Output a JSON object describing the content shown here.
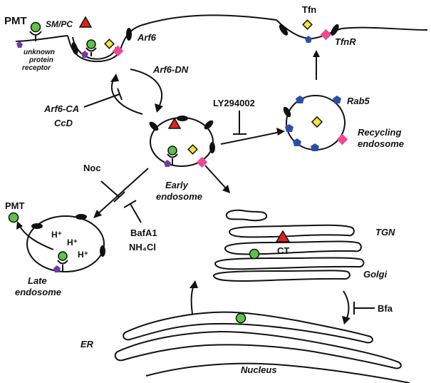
{
  "labels": {
    "pmt_top": "PMT",
    "sm_pc": "SM/PC",
    "unknown_receptor_line1": "unknown",
    "unknown_receptor_line2": "protein",
    "unknown_receptor_line3": "receptor",
    "arf6": "Arf6",
    "arf6_dn": "Arf6-DN",
    "arf6_ca": "Arf6-CA",
    "ccd": "CcD",
    "ly294002": "LY294002",
    "tfn": "Tfn",
    "tfnr": "TfnR",
    "rab5": "Rab5",
    "recycling_line1": "Recycling",
    "recycling_line2": "endosome",
    "noc": "Noc",
    "early_line1": "Early",
    "early_line2": "endosome",
    "pmt_left": "PMT",
    "hplus": "H⁺",
    "bafa1": "BafA1",
    "nh4cl": "NH₄Cl",
    "late_line1": "Late",
    "late_line2": "endosome",
    "tgn": "TGN",
    "ct": "CT",
    "golgi": "Golgi",
    "bfa": "Bfa",
    "er": "ER",
    "nucleus": "Nucleus"
  },
  "colors": {
    "green": "#5cc34a",
    "red": "#e2231a",
    "yellow": "#f6e33c",
    "pink": "#ee4a93",
    "blue": "#2b4fa8",
    "purple": "#6e3aa6",
    "black": "#111111"
  }
}
